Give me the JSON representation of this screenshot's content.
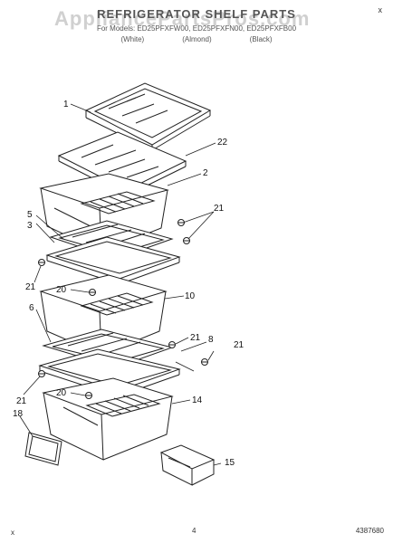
{
  "watermark": "AppliancePartsPros.com",
  "header": {
    "title": "REFRIGERATOR SHELF PARTS",
    "model_line": "For Models: ED25PFXFW00, ED25PFXFN00, ED25PFXFB00",
    "variants": [
      "(White)",
      "(Almond)",
      "(Black)"
    ]
  },
  "corner_mark": "x",
  "parts": {
    "p1": "1",
    "p22": "22",
    "p2": "2",
    "p5": "5",
    "p3": "3",
    "p21a": "21",
    "p21b": "21",
    "p20a": "20",
    "p10": "10",
    "p6": "6",
    "p21c": "21",
    "p8": "8",
    "p21d": "21",
    "p21e": "21",
    "p20b": "20",
    "p14": "14",
    "p18": "18",
    "p15": "15"
  },
  "footer": {
    "page_number": "4",
    "doc_code": "4387680",
    "left_mark": "x"
  }
}
